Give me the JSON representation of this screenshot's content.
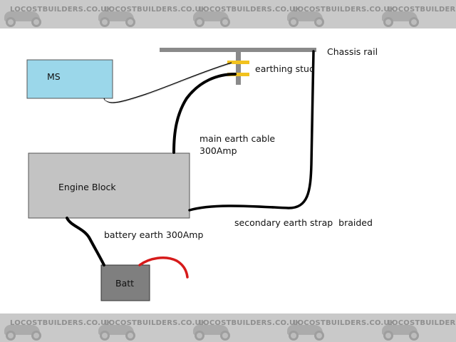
{
  "watermark": {
    "text": "LOCOSTBUILDERS.CO.UK",
    "band_color": "#c9c9c9"
  },
  "labels": {
    "chassis_rail": "Chassis rail",
    "earthing_stud": "earthing stud",
    "ms": "MS",
    "main_earth_line1": "main earth cable",
    "main_earth_line2": "300Amp",
    "engine_block": "Engine Block",
    "secondary_strap": "secondary earth strap  braided",
    "battery_earth": "battery earth 300Amp",
    "batt": "Batt"
  },
  "colors": {
    "ms_box": "#9bd7ea",
    "engine_block": "#c3c3c3",
    "battery": "#7f7f7f",
    "rail": "#8a8a8a",
    "stud_washer": "#f2c21e",
    "cable": "#000000",
    "positive_lead": "#d61a1a"
  }
}
